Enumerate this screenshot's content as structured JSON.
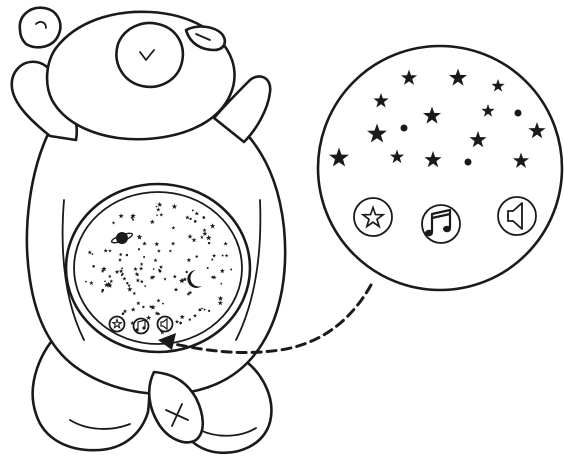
{
  "illustration": {
    "subject": "plush-hippo-night-light",
    "ink_color": "#1a1a1a",
    "background_color": "#ffffff"
  },
  "control_buttons": [
    {
      "name": "star-button",
      "icon": "star-icon"
    },
    {
      "name": "music-button",
      "icon": "music-note-icon"
    },
    {
      "name": "sound-button",
      "icon": "speaker-icon"
    }
  ],
  "callout": {
    "style": "dashed-arrow",
    "target": "control-buttons"
  }
}
